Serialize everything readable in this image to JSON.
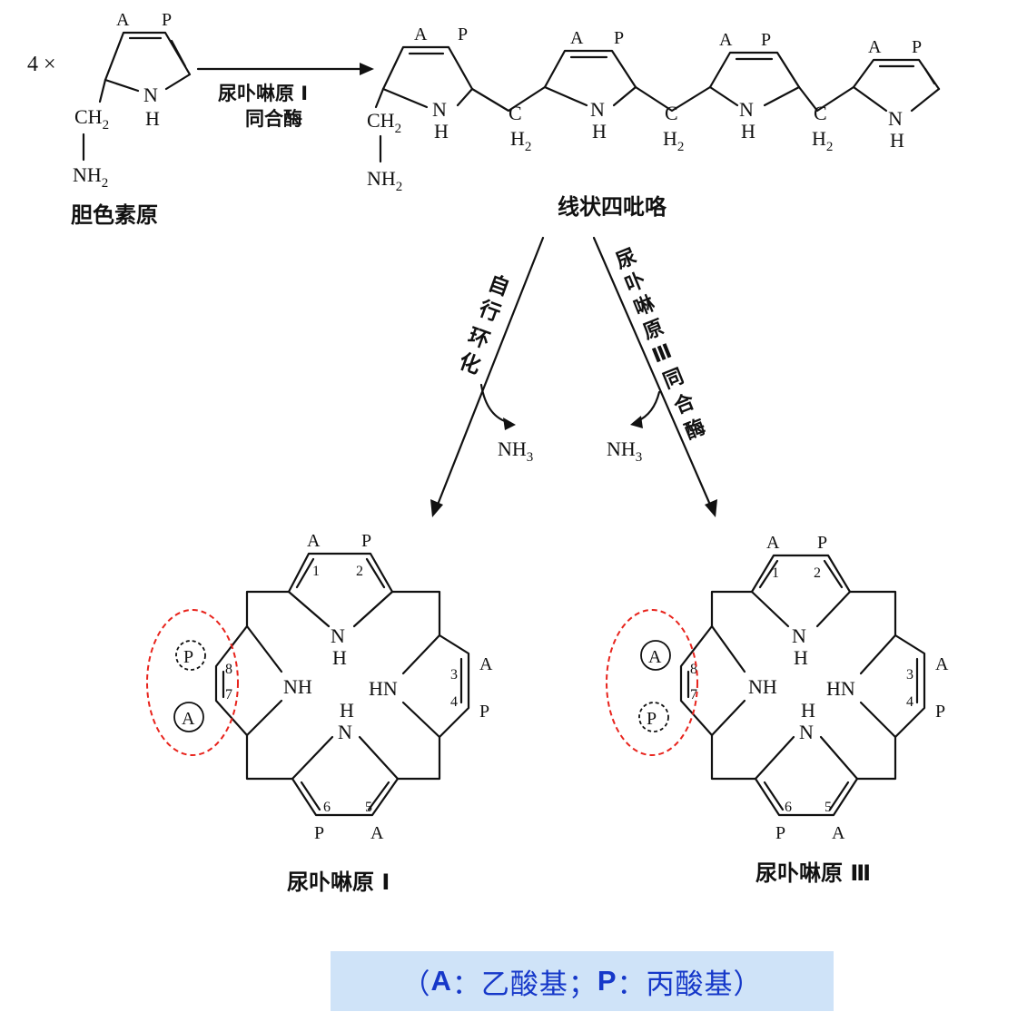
{
  "top": {
    "multiplier": "4 ×",
    "group_a": "A",
    "group_p": "P",
    "ring_n": "N",
    "ring_h": "H",
    "ch2": "CH",
    "sub2": "2",
    "nh2": "NH",
    "monomer_name": "胆色素原",
    "enzyme_line1": "尿卟啉原 Ⅰ",
    "enzyme_line2": "同合酶",
    "chain_c": "C",
    "chain_h2": "H",
    "linear_name": "线状四吡咯"
  },
  "branches": {
    "left_label": [
      "自",
      "行",
      "环",
      "化"
    ],
    "right_label": [
      "尿",
      "卟",
      "啉",
      "原",
      "Ⅲ",
      "同",
      "合",
      "酶"
    ],
    "nh3": "NH",
    "sub3": "3"
  },
  "macrocycles": {
    "ring_nh": "NH",
    "ring_hn": "HN",
    "ring_n": "N",
    "ring_h": "H",
    "numbers": [
      "1",
      "2",
      "3",
      "4",
      "5",
      "6",
      "7",
      "8"
    ],
    "left_name": "尿卟啉原 Ⅰ",
    "right_name": "尿卟啉原 Ⅲ",
    "left_circled_top": "P",
    "left_circled_bottom": "A",
    "right_circled_top": "A",
    "right_circled_bottom": "P",
    "highlight_color": "#e8231c"
  },
  "legend": {
    "open": "（",
    "a_key": "A",
    "colon1": "：",
    "a_val": "乙酸基；",
    "p_key": "P",
    "colon2": "：",
    "p_val": "丙酸基",
    "close": "）",
    "text_color": "#1638c9",
    "bg_color": "#cfe3f8"
  }
}
